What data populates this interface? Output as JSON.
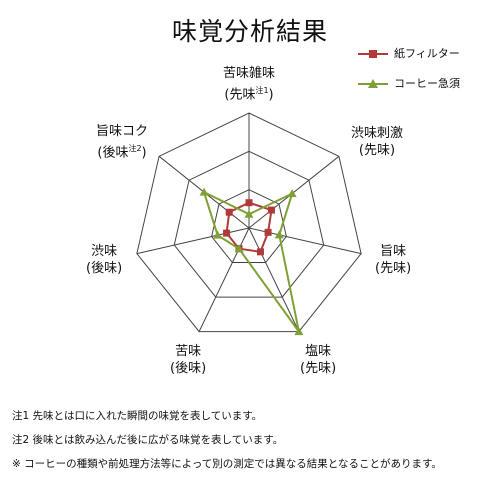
{
  "chart_data": {
    "type": "radar",
    "title": "味覚分析結果",
    "categories": [
      {
        "label": "苦味雑味",
        "sub": "(先味",
        "sup": "注1",
        "tail": ")"
      },
      {
        "label": "渋味刺激",
        "sub": "(先味)",
        "sup": "",
        "tail": ""
      },
      {
        "label": "旨味",
        "sub": "(先味)",
        "sup": "",
        "tail": ""
      },
      {
        "label": "塩味",
        "sub": "(先味)",
        "sup": "",
        "tail": ""
      },
      {
        "label": "苦味",
        "sub": "(後味)",
        "sup": "",
        "tail": ""
      },
      {
        "label": "渋味",
        "sub": "(後味)",
        "sup": "",
        "tail": ""
      },
      {
        "label": "旨味コク",
        "sub": "(後味",
        "sup": "注2",
        "tail": ")"
      }
    ],
    "series": [
      {
        "name": "紙フィルター",
        "color": "#b03a3a",
        "marker": "square",
        "values": [
          0.22,
          0.25,
          0.17,
          0.23,
          0.2,
          0.2,
          0.22
        ]
      },
      {
        "name": "コーヒー急須",
        "color": "#7fa035",
        "marker": "triangle",
        "values": [
          0.12,
          0.48,
          0.27,
          1.0,
          0.2,
          0.28,
          0.5
        ]
      }
    ],
    "rlim": [
      0,
      1
    ],
    "grid_levels": 3,
    "legend": "top-right"
  },
  "notes": [
    "注1 先味とは口に入れた瞬間の味覚を表しています。",
    "注2 後味とは飲み込んだ後に広がる味覚を表しています。",
    "※ コーヒーの種類や前処理方法等によって別の測定では異なる結果となることがあります。"
  ]
}
